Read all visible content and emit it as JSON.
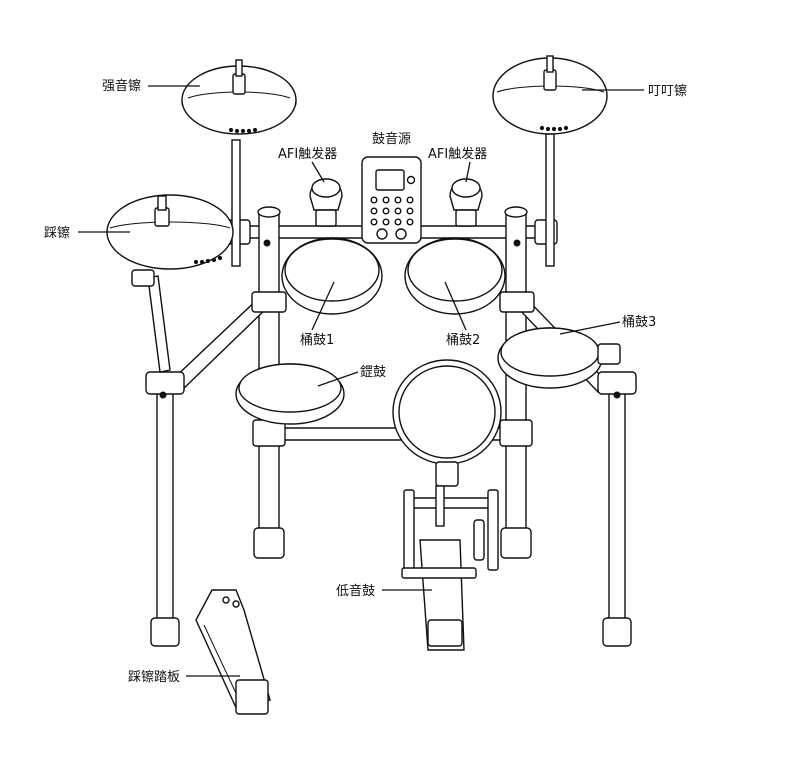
{
  "labels": {
    "crash_cymbal": "强音镲",
    "ride_cymbal": "叮叮镲",
    "hihat_cymbal": "踩镲",
    "module": "鼓音源",
    "afi_left": "AFI触发器",
    "afi_right": "AFI触发器",
    "tom1": "桶鼓1",
    "tom2": "桶鼓2",
    "tom3": "桶鼓3",
    "snare": "鎠鼓",
    "kick": "低音鼓",
    "hihat_pedal": "踩镲踏板"
  },
  "colors": {
    "ink": "#111111",
    "paper": "#ffffff"
  }
}
